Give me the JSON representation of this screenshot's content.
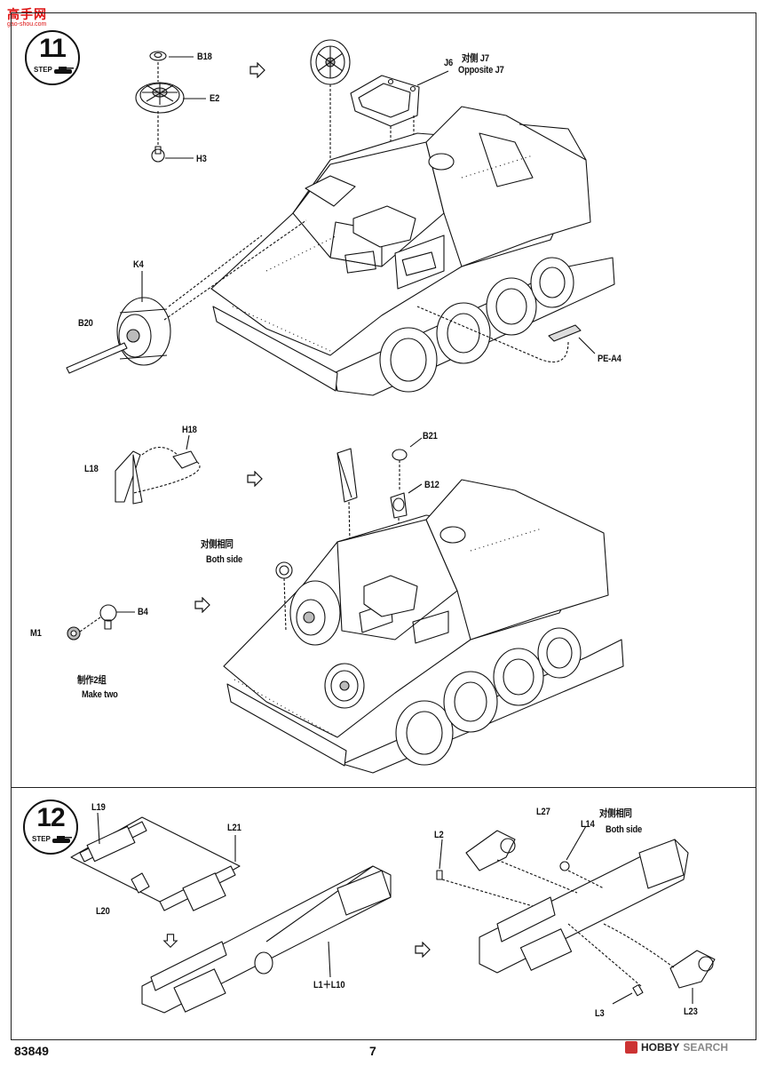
{
  "watermark": {
    "top": "高手网",
    "bottom": "gao-shou.com"
  },
  "step11": {
    "number": "11",
    "step_word": "STEP",
    "upper": {
      "labels": {
        "b18": "B18",
        "e2": "E2",
        "h3": "H3",
        "j6": "J6",
        "opposite_cn": "对侧 J7",
        "opposite_en": "Opposite J7",
        "k4": "K4",
        "b20": "B20",
        "pe_a4": "PE-A4"
      }
    },
    "lower": {
      "labels": {
        "h18": "H18",
        "l18": "L18",
        "b21": "B21",
        "b12": "B12",
        "both_cn": "对侧相同",
        "both_en": "Both side",
        "b4": "B4",
        "m1": "M1",
        "make_cn": "制作2组",
        "make_en": "Make two"
      }
    }
  },
  "step12": {
    "number": "12",
    "step_word": "STEP",
    "labels": {
      "l19": "L19",
      "l21": "L21",
      "l20": "L20",
      "l1_l10": "L1＋L10",
      "l27": "L27",
      "both_cn": "对侧相同",
      "both_en": "Both side",
      "l2": "L2",
      "l14": "L14",
      "l3": "L3",
      "l23": "L23"
    }
  },
  "footer": {
    "kit_number": "83849",
    "page_number": "7",
    "brand_a": "HOBBY",
    "brand_b": "SEARCH"
  }
}
